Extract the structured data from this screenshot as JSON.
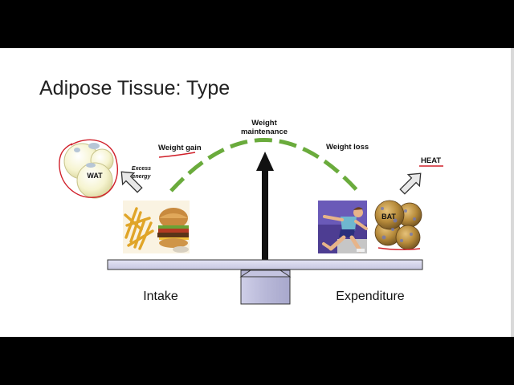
{
  "slide": {
    "title": "Adipose Tissue: Type"
  },
  "diagram": {
    "arc_labels": {
      "center_line1": "Weight",
      "center_line2": "maintenance",
      "left": "Weight gain",
      "right": "Weight loss"
    },
    "wat_label": "WAT",
    "bat_label": "BAT",
    "excess_line1": "Excess",
    "excess_line2": "energy",
    "heat_label": "HEAT",
    "intake_label": "Intake",
    "expenditure_label": "Expenditure"
  },
  "colors": {
    "arc_green": "#6aab3c",
    "beam_fill": "#d4d4ea",
    "annotation_red": "#d0202a",
    "arrow_black": "#111111"
  },
  "icons": [
    "fat-cell-icon",
    "brown-fat-cell-icon",
    "fast-food-icon",
    "runner-icon",
    "hollow-arrow-icon"
  ]
}
